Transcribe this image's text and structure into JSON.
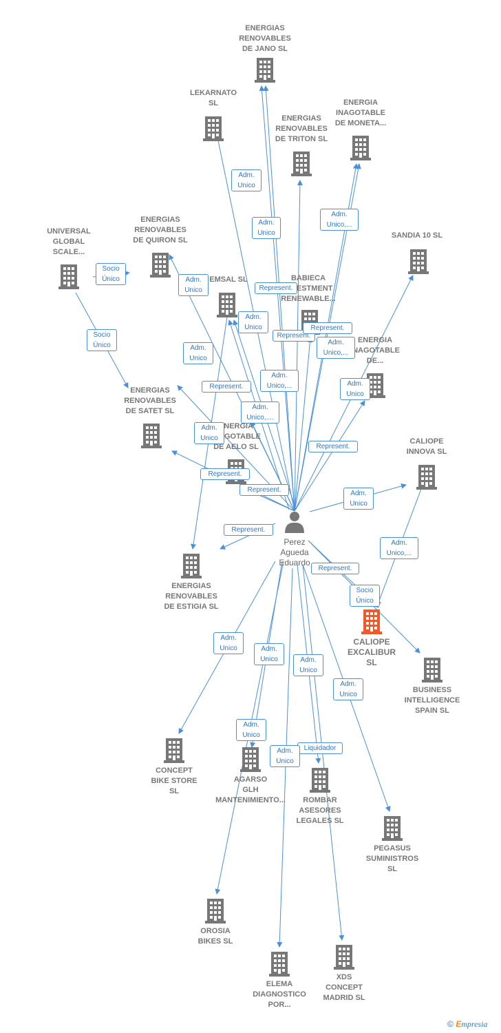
{
  "colors": {
    "edge": "#4a90d9",
    "building": "#777777",
    "focus_building": "#f05a28",
    "person": "#777777"
  },
  "center": {
    "name": "Perez\nAgueda\nEduardo",
    "icon": "person-icon"
  },
  "nodes": [
    {
      "id": "jano",
      "label": "ENERGIAS\nRENOVABLES\nDE JANO  SL"
    },
    {
      "id": "lekarnato",
      "label": "LEKARNATO\nSL"
    },
    {
      "id": "triton",
      "label": "ENERGIAS\nRENOVABLES\nDE TRITON  SL"
    },
    {
      "id": "moneta",
      "label": "ENERGIA\nINAGOTABLE\nDE MONETA..."
    },
    {
      "id": "universal",
      "label": "UNIVERSAL\nGLOBAL\nSCALE..."
    },
    {
      "id": "quiron",
      "label": "ENERGIAS\nRENOVABLES\nDE QUIRON  SL"
    },
    {
      "id": "sandia",
      "label": "SANDIA 10  SL"
    },
    {
      "id": "emsal",
      "label": "EMSAL SL"
    },
    {
      "id": "babieca",
      "label": "BABIECA\nINVESTMENT\nRENEWABLE..."
    },
    {
      "id": "inagde",
      "label": "ENERGIA\nINAGOTABLE\nDE..."
    },
    {
      "id": "satet",
      "label": "ENERGIAS\nRENOVABLES\nDE SATET  SL"
    },
    {
      "id": "aelo",
      "label": "ENERGIA\nINAGOTABLE\nDE AELO  SL"
    },
    {
      "id": "caliope_innova",
      "label": "CALIOPE\nINNOVA SL"
    },
    {
      "id": "estigia",
      "label": "ENERGIAS\nRENOVABLES\nDE ESTIGIA  SL"
    },
    {
      "id": "excalibur",
      "label": "CALIOPE\nEXCALIBUR\nSL"
    },
    {
      "id": "business",
      "label": "BUSINESS\nINTELLIGENCE\nSPAIN  SL"
    },
    {
      "id": "concept",
      "label": "CONCEPT\nBIKE STORE\nSL"
    },
    {
      "id": "agarso",
      "label": "AGARSO\nGLH\nMANTENIMIENTO..."
    },
    {
      "id": "rombar",
      "label": "ROMBAR\nASESORES\nLEGALES  SL"
    },
    {
      "id": "pegasus",
      "label": "PEGASUS\nSUMINISTROS\nSL"
    },
    {
      "id": "orosia",
      "label": "OROSIA\nBIKES  SL"
    },
    {
      "id": "elema",
      "label": "ELEMA\nDIAGNOSTICO\nPOR..."
    },
    {
      "id": "xds",
      "label": "XDS\nCONCEPT\nMADRID  SL"
    }
  ],
  "edge_labels": [
    "Adm.\nUnico",
    "Adm.\nUnico",
    "Adm.\nUnico,...",
    "Socio\nÚnico",
    "Socio\nÚnico",
    "Adm.\nUnico",
    "Represent.",
    "Adm.\nUnico",
    "Represent.",
    "Represent.",
    "Adm.\nUnico",
    "Adm.\nUnico,...",
    "Represent.",
    "Adm.\nUnico,...",
    "Adm.\nUnico",
    "Adm.\nUnico,....",
    "Adm.\nUnico",
    "Represent.",
    "Represent.",
    "Represent.",
    "Adm.\nUnico",
    "Represent.",
    "Adm.\nUnico,...",
    "Represent.",
    "Socio\nÚnico",
    "Adm.\nUnico",
    "Adm.\nUnico",
    "Adm.\nUnico",
    "Adm.\nUnico",
    "Adm.\nUnico",
    "Liquidador",
    "Adm.\nUnico"
  ],
  "footer": {
    "copyright": "©",
    "brand_initial": "E",
    "brand_rest": "mpresia"
  }
}
